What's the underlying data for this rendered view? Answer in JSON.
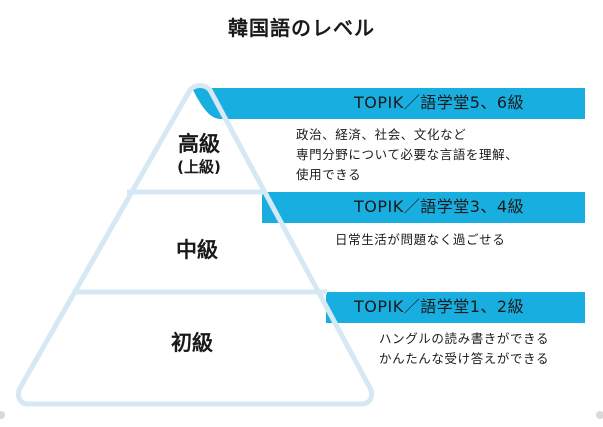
{
  "title": "韓国語のレベル",
  "colors": {
    "band": "#19aee0",
    "outline": "#d6e8f4"
  },
  "tiers": [
    {
      "name": "高級",
      "sub": "(上級)",
      "band": "TOPIK／語学堂5、6級",
      "desc": [
        "政治、経済、社会、文化など",
        "専門分野について必要な言語を理解、",
        "使用できる"
      ]
    },
    {
      "name": "中級",
      "sub": "",
      "band": "TOPIK／語学堂3、4級",
      "desc": [
        "日常生活が問題なく過ごせる"
      ]
    },
    {
      "name": "初級",
      "sub": "",
      "band": "TOPIK／語学堂1、2級",
      "desc": [
        "ハングルの読み書きができる",
        "かんたんな受け答えができる"
      ]
    }
  ]
}
